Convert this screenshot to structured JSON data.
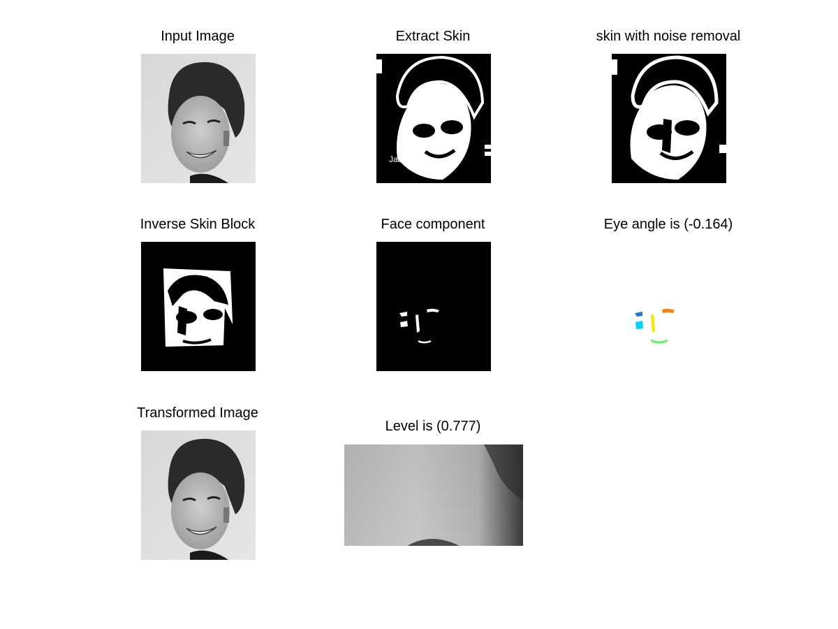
{
  "figure": {
    "background": "#ffffff",
    "subplots": {
      "input_image": {
        "title": "Input Image"
      },
      "extract_skin": {
        "title": "Extract Skin"
      },
      "skin_noise_removal": {
        "title": "skin with noise removal"
      },
      "inverse_skin_block": {
        "title": "Inverse Skin Block"
      },
      "face_component": {
        "title": "Face component"
      },
      "eye_angle": {
        "title": "Eye angle is (-0.164)"
      },
      "transformed_image": {
        "title": "Transformed Image"
      },
      "level": {
        "title": "Level is (0.777)"
      }
    },
    "component_colors": {
      "eye_left_top": "#1f77d4",
      "eye_left_bottom": "#00d4ff",
      "eye_right": "#ff7f0e",
      "nose": "#ffe600",
      "mouth": "#66ee66"
    }
  }
}
